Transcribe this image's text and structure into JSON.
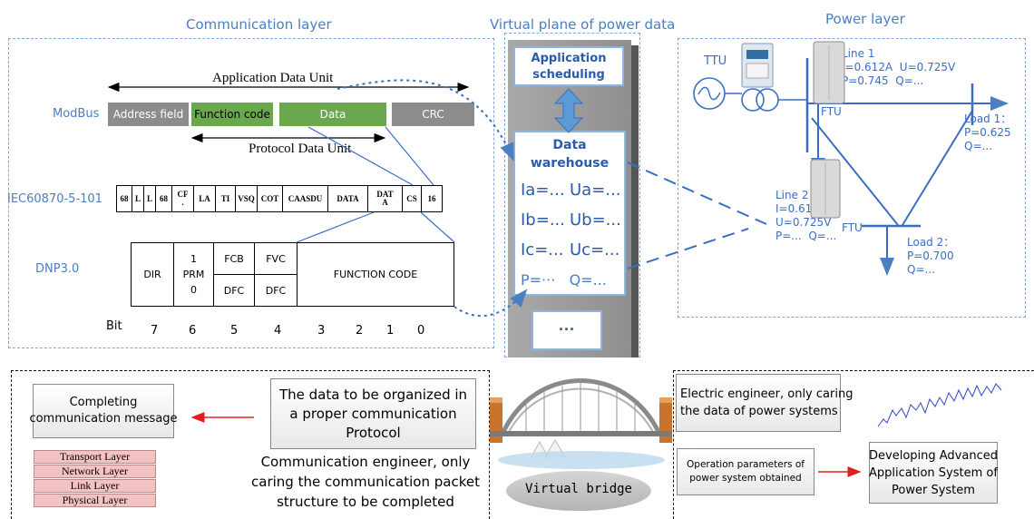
{
  "titles": {
    "communication": "Communication layer",
    "virtual_plane": "Virtual plane of power data",
    "power": "Power layer"
  },
  "modbus": {
    "label": "ModBus",
    "adu": "Application Data Unit",
    "pdu": "Protocol Data Unit",
    "fields": [
      "Address field",
      "Function code",
      "Data",
      "CRC"
    ],
    "colors": [
      "#8c8c8c",
      "#6aa84f",
      "#6aa84f",
      "#8c8c8c"
    ]
  },
  "iec": {
    "label": "IEC60870-5-101",
    "cells": [
      "68",
      "L",
      "L",
      "68",
      "CF\n.",
      "LA",
      "TI",
      "VSQ",
      "COT",
      "CAASDU",
      "DATA",
      "DAT\nA",
      "CS",
      "16"
    ]
  },
  "dnp": {
    "label": "DNP3.0",
    "dir": "DIR",
    "prm": "1\nPRM\n0",
    "fcb": "FCB",
    "dfc1": "DFC",
    "fvc": "FVC",
    "dfc2": "DFC",
    "function_code": "FUNCTION CODE",
    "bit_label": "Bit",
    "bits": [
      "7",
      "6",
      "5",
      "4",
      "3",
      "2",
      "1",
      "0"
    ]
  },
  "virtual": {
    "app_sched": "Application\nscheduling",
    "warehouse_title": "Data\nwarehouse",
    "rows": [
      {
        "a": "Ia=...",
        "b": "Ua=..."
      },
      {
        "a": "Ib=...",
        "b": "Ub=..."
      },
      {
        "a": "Ic=...",
        "b": "Uc=..."
      }
    ],
    "pq": "P=···   Q=...",
    "ellipsis": "···"
  },
  "power": {
    "ttu": "TTU",
    "ftu1": "FTU",
    "ftu2": "FTU",
    "line1": "Line 1\nI=0.612A  U=0.725V\nP=0.745  Q=...",
    "line2": "Line 2\nI=0.612A\nU=0.725V\nP=...  Q=...",
    "load1": "Load 1：\nP=0.625\nQ=...",
    "load2": "Load 2：\nP=0.700\nQ=..."
  },
  "bottom": {
    "completing": "Completing\ncommunication message",
    "organized": "The data to be organized in\na proper communication\nProtocol",
    "comm_engineer": "Communication engineer, only\ncaring the communication packet\nstructure to be completed",
    "osi": [
      "Transport Layer",
      "Network Layer",
      "Link Layer",
      "Physical Layer"
    ],
    "virtual_bridge": "Virtual bridge",
    "electric_engineer": "Electric engineer, only caring\nthe data of power systems",
    "operation_params": "Operation parameters of\npower system obtained",
    "developing": "Developing Advanced\nApplication System of\nPower System"
  },
  "colors": {
    "accent_blue": "#4a7fc1",
    "power_blue": "#3a6ec2",
    "warehouse_blue": "#2a5caa",
    "arrow_red": "#e02020"
  }
}
